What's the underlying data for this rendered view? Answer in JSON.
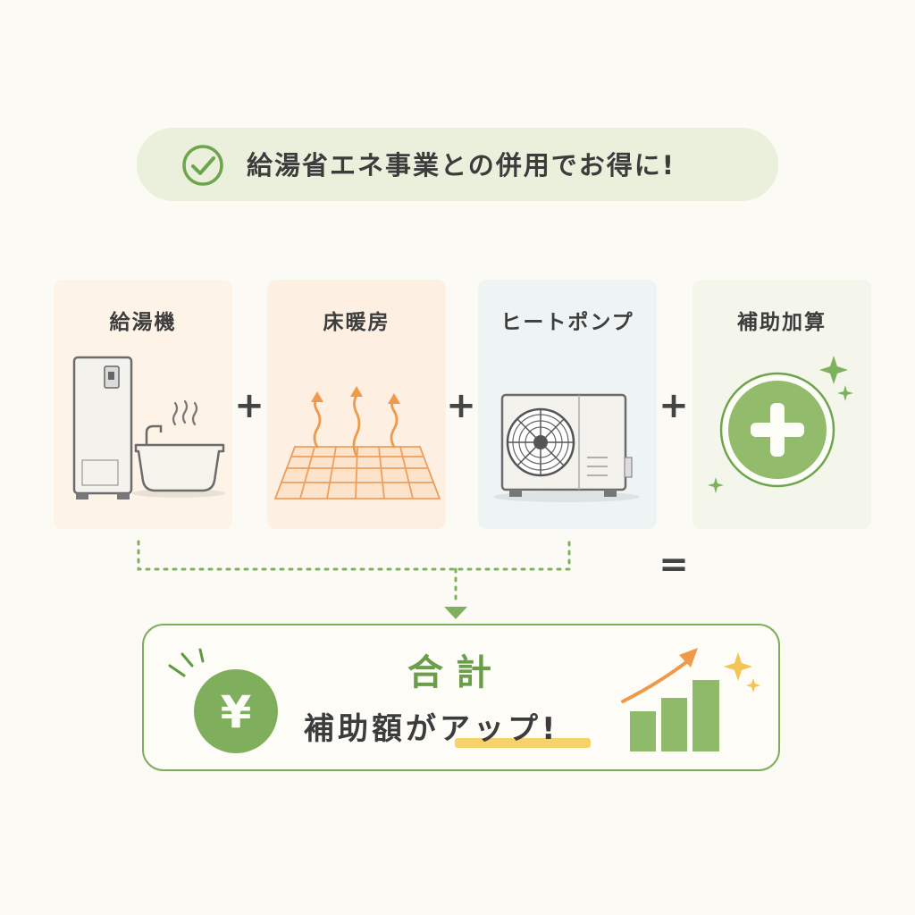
{
  "banner": {
    "text": "給湯省エネ事業との併用でお得に!"
  },
  "cards": [
    {
      "label": "給湯機",
      "bg": "#fdf3e6"
    },
    {
      "label": "床暖房",
      "bg": "#fdefe2"
    },
    {
      "label": "ヒートポンプ",
      "bg": "#eef3f3"
    },
    {
      "label": "補助加算",
      "bg": "#f4f6ec"
    }
  ],
  "operators": {
    "plus": "+",
    "equals": "="
  },
  "result": {
    "total_label": "合計",
    "subtitle": "補助額がアップ!",
    "currency_symbol": "¥"
  },
  "colors": {
    "accent_green": "#7aab5a",
    "accent_orange": "#ef9a4a",
    "highlight_yellow": "#f6d36a",
    "banner_bg": "#eaf0dc"
  },
  "icons": [
    "check-circle-icon",
    "water-heater-icon",
    "bathtub-icon",
    "floor-heating-icon",
    "heat-pump-icon",
    "plus-circle-icon",
    "sparkle-icon",
    "yen-coin-icon",
    "growth-chart-icon",
    "arrow-down-icon"
  ]
}
